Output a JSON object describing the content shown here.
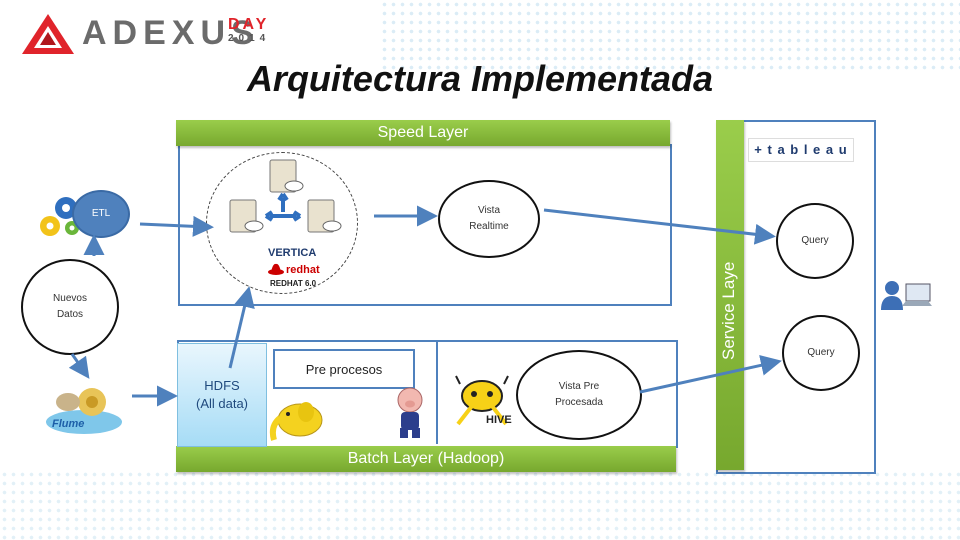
{
  "brand": {
    "name": "ADEXUS",
    "day": "DAY",
    "year": "2014"
  },
  "title": "Arquitectura Implementada",
  "speed_layer": {
    "label": "Speed Layer"
  },
  "batch_layer": {
    "label": "Batch Layer (Hadoop)"
  },
  "service_layer": {
    "label": "Service Laye"
  },
  "nodes": {
    "etl": "ETL",
    "nuevos_datos_line1": "Nuevos",
    "nuevos_datos_line2": "Datos",
    "vista_realtime_line1": "Vista",
    "vista_realtime_line2": "Realtime",
    "hdfs_line1": "HDFS",
    "hdfs_line2": "(All data)",
    "pre_procesos": "Pre procesos",
    "vista_pre_line1": "Vista Pre",
    "vista_pre_line2": "Procesada",
    "query_top": "Query",
    "query_bottom": "Query"
  },
  "logos": {
    "vertica": "VERTICA",
    "redhat": "redhat",
    "redhat_version": "REDHAT 6.0",
    "tableau": "+ t a b l e a u",
    "hive": "HIVE",
    "flume": "Flume"
  },
  "colors": {
    "accent_blue": "#4f81bd",
    "layer_green": "#8bbd3c",
    "brand_red": "#e0242b"
  }
}
